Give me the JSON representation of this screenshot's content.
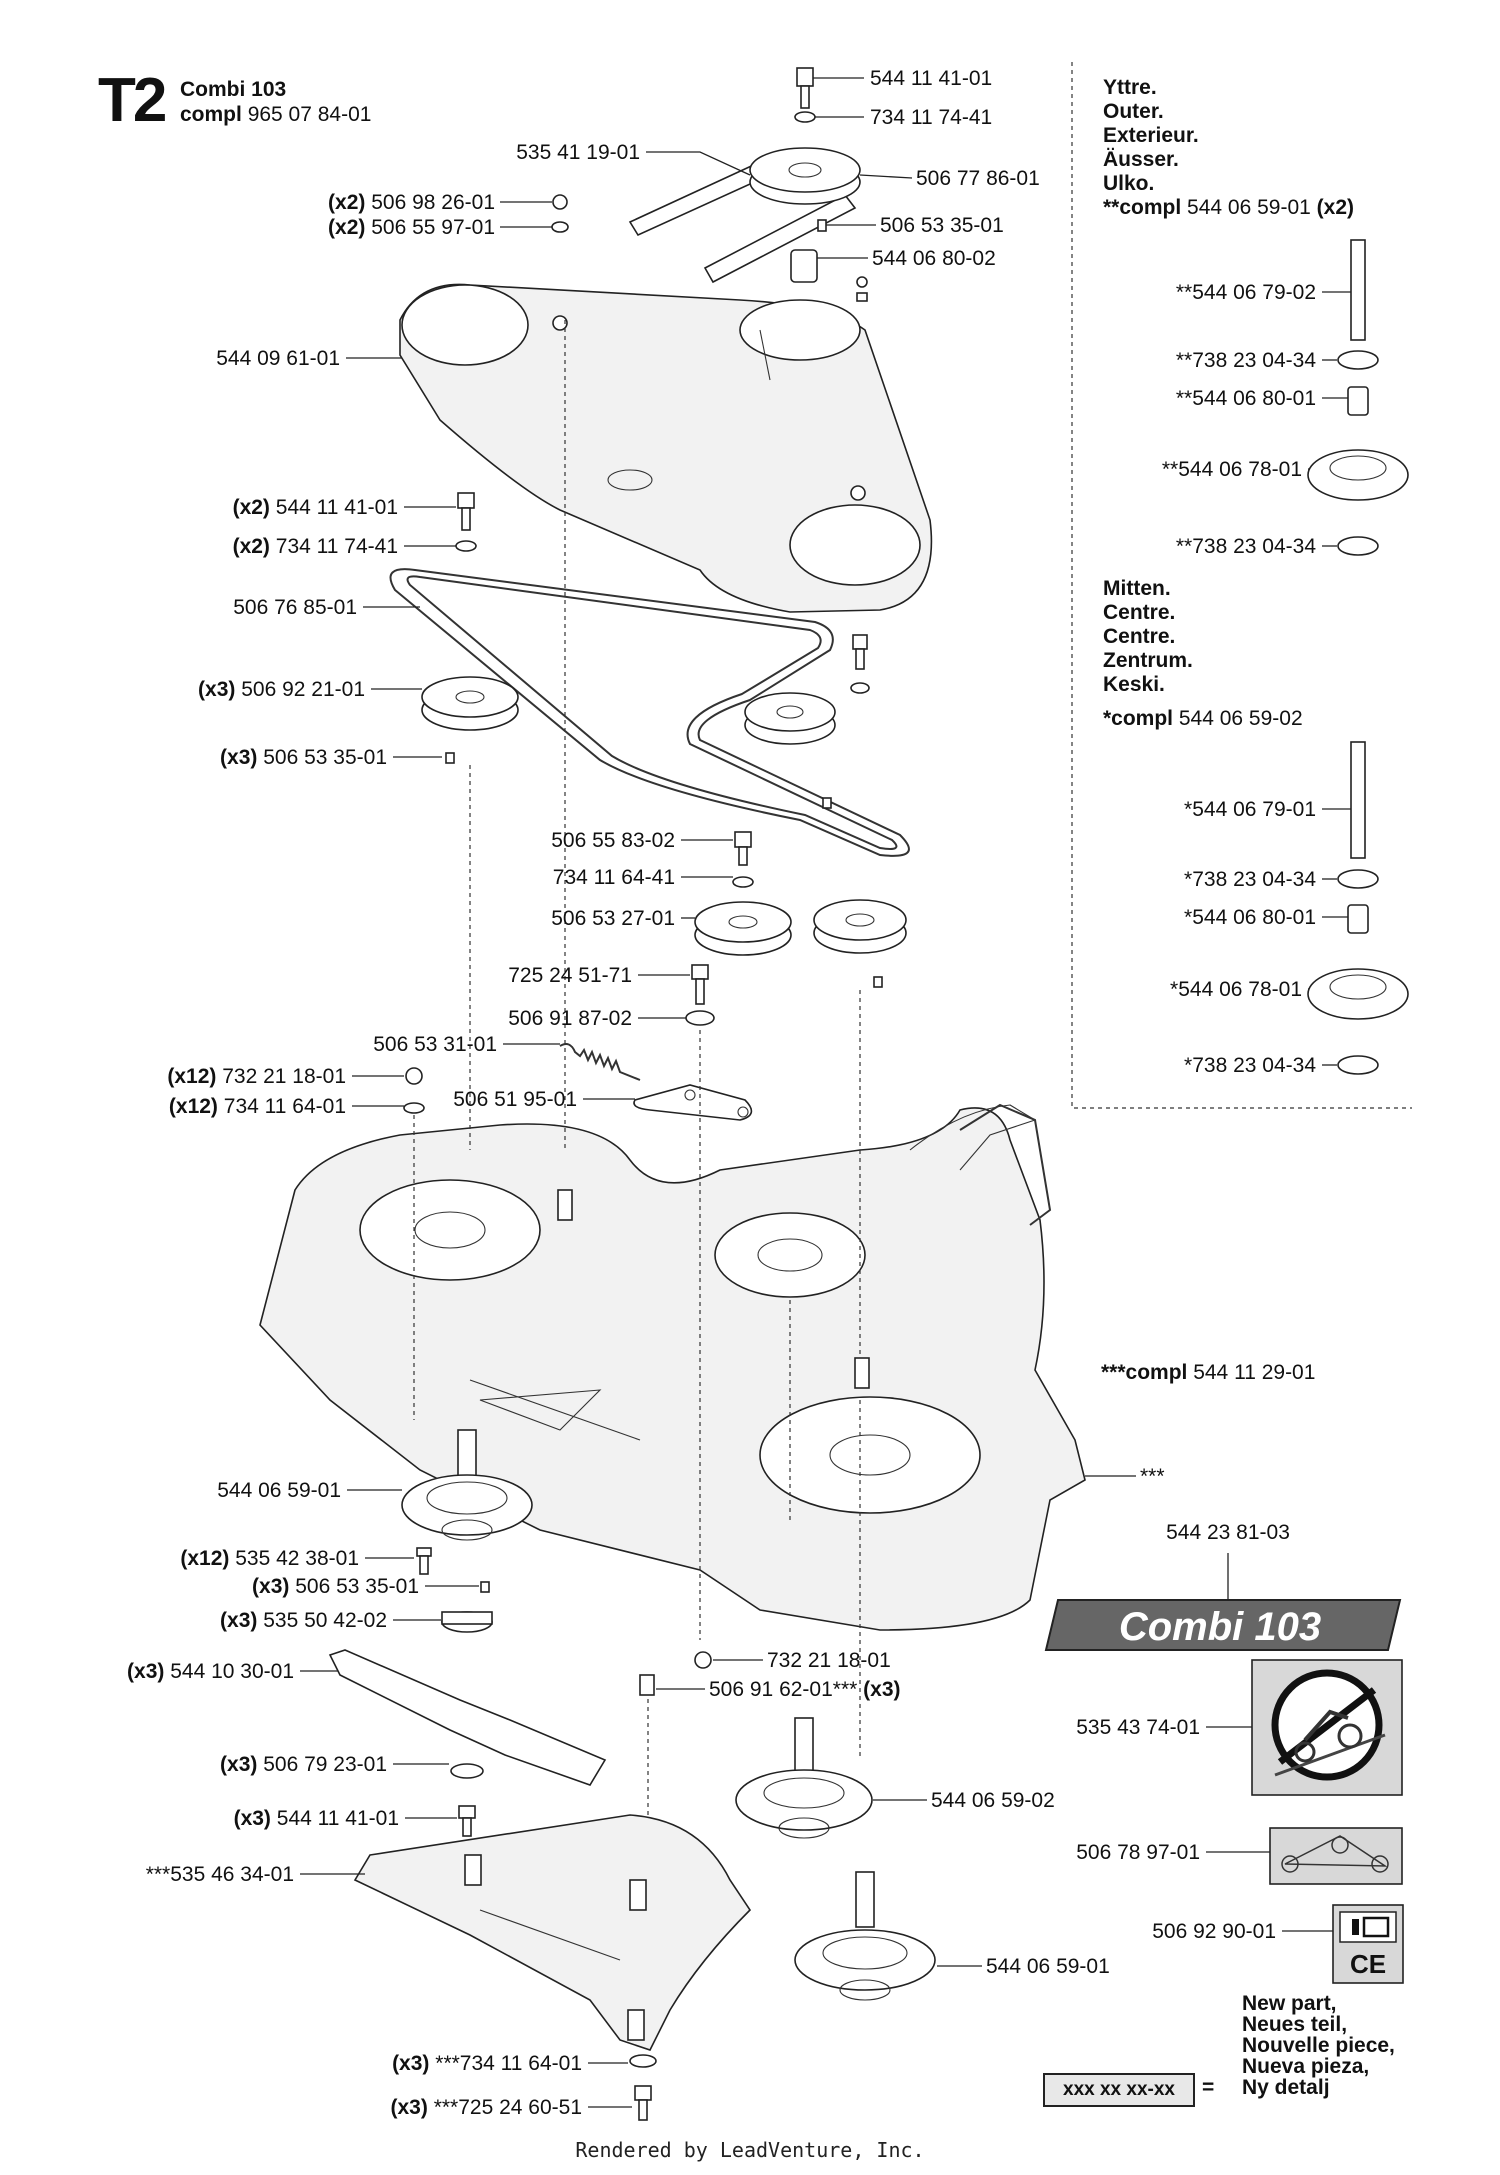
{
  "header": {
    "code": "T2",
    "name": "Combi 103",
    "compl_label": "compl",
    "compl_number": "965 07 84-01"
  },
  "outer_block": {
    "lines": [
      "Yttre.",
      "Outer.",
      "Exterieur.",
      "Äusser.",
      "Ulko."
    ],
    "compl_label": "**compl",
    "compl_number": "544 06 59-01",
    "compl_qty": "(x2)",
    "parts": [
      "**544 06 79-02",
      "**738 23 04-34",
      "**544 06 80-01",
      "**544 06 78-01",
      "**738 23 04-34"
    ]
  },
  "middle_block": {
    "lines": [
      "Mitten.",
      "Centre.",
      "Centre.",
      "Zentrum.",
      "Keski."
    ],
    "compl_label": "*compl",
    "compl_number": "544 06 59-02",
    "parts": [
      "*544 06 79-01",
      "*738 23 04-34",
      "*544 06 80-01",
      "*544 06 78-01",
      "*738 23 04-34"
    ]
  },
  "deck_compl": {
    "label": "***compl",
    "number": "544 11 29-01"
  },
  "deck_marker": "***",
  "badge": {
    "number": "544 23 81-03",
    "text": "Combi 103"
  },
  "decals": [
    {
      "number": "535 43 74-01",
      "icon": "no-rider-on-slope-icon"
    },
    {
      "number": "506 78 97-01",
      "icon": "belt-routing-decal-icon"
    },
    {
      "number": "506 92 90-01",
      "icon": "manual-ce-decal-icon",
      "ce": "CE"
    }
  ],
  "legend": {
    "lines": [
      "New part,",
      "Neues teil,",
      "Nouvelle piece,",
      "Nueva pieza,",
      "Ny detalj"
    ],
    "sample": "xxx xx xx-xx",
    "equals": "="
  },
  "callouts": {
    "top_bolt": "544 11 41-01",
    "top_washer": "734 11 74-41",
    "belt_small": "535 41 19-01",
    "pulley_top": "506 77 86-01",
    "key_top": "506 53 35-01",
    "spacer_top": "544 06 80-02",
    "bolt_x2_qty": "(x2)",
    "bolt_x2": "506 98 26-01",
    "washer_x2_qty": "(x2)",
    "washer_x2": "506 55 97-01",
    "belt_cover": "544 09 61-01",
    "bolt_b_qty": "(x2)",
    "bolt_b": "544 11 41-01",
    "washer_b_qty": "(x2)",
    "washer_b": "734 11 74-41",
    "belt_main": "506 76 85-01",
    "pulley_x3_qty": "(x3)",
    "pulley_x3": "506 92 21-01",
    "key_x3_qty": "(x3)",
    "key_x3": "506 53 35-01",
    "bolt_c": "506 55 83-02",
    "washer_c": "734 11 64-41",
    "idler_pulley": "506 53 27-01",
    "bolt_d": "725 24 51-71",
    "spacer_d": "506 91 87-02",
    "spring": "506 53 31-01",
    "nut_x12_qty": "(x12)",
    "nut_x12": "732 21 18-01",
    "washer_x12_qty": "(x12)",
    "washer_x12": "734 11 64-01",
    "idler_arm": "506 51 95-01",
    "spindle_left": "544 06 59-01",
    "screw_x12_qty": "(x12)",
    "screw_x12": "535 42 38-01",
    "key_b_qty": "(x3)",
    "key_b": "506 53 35-01",
    "hub_x3_qty": "(x3)",
    "hub_x3": "535 50 42-02",
    "blade_qty": "(x3)",
    "blade": "544 10 30-01",
    "blade_washer_qty": "(x3)",
    "blade_washer": "506 79 23-01",
    "blade_bolt_qty": "(x3)",
    "blade_bolt": "544 11 41-01",
    "nut_bottom": "732 21 18-01",
    "bushing": "506 91 62-01***",
    "bushing_qty": "(x3)",
    "spindle_mid": "544 06 59-02",
    "guard_plate": "***535 46 34-01",
    "spindle_right": "544 06 59-01",
    "wash_bottom_qty": "(x3)",
    "wash_bottom": "***734 11 64-01",
    "bolt_bottom_qty": "(x3)",
    "bolt_bottom": "***725 24 60-51"
  },
  "footer": "Rendered by LeadVenture, Inc."
}
